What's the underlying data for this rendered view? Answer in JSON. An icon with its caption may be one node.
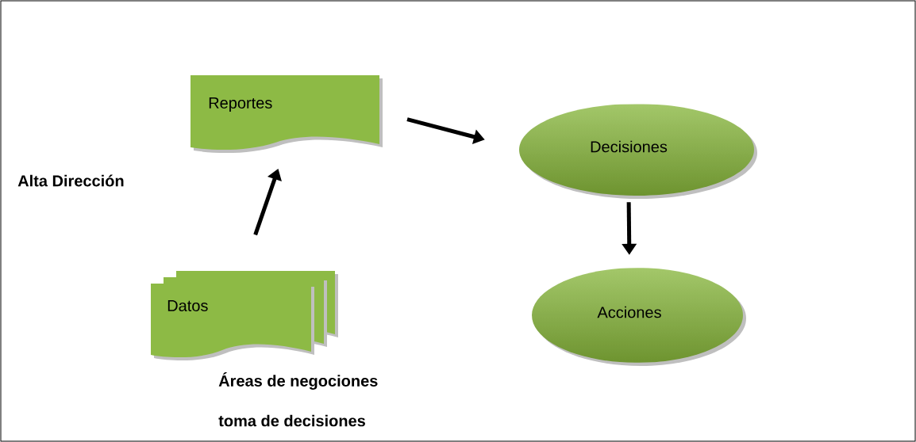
{
  "diagram": {
    "nodes": [
      {
        "text": [
          "Reportes"
        ]
      },
      {
        "text": [
          "Decisiones"
        ]
      },
      {
        "text": [
          "Acciones"
        ]
      },
      {
        "text": [
          "Datos"
        ]
      }
    ],
    "edges": [
      {
        "from": 3,
        "to": 0,
        "arrow": "to"
      },
      {
        "from": 0,
        "to": 1,
        "arrow": "to"
      },
      {
        "from": 1,
        "to": 2,
        "arrow": "to"
      }
    ],
    "labels": [
      "Alta Dirección",
      "Áreas de negociones",
      "toma de decisiones"
    ]
  }
}
